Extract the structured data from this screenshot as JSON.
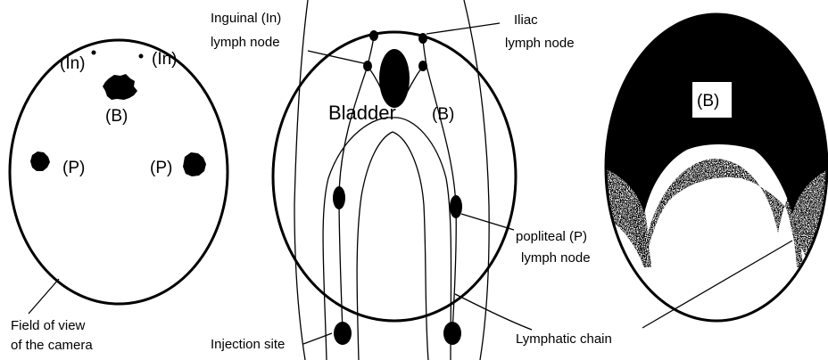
{
  "panel_left": {
    "labels": {
      "in_left": "(In)",
      "in_right": "(In)",
      "b": "(B)",
      "p_left": "(P)",
      "p_right": "(P)"
    },
    "caption_line1": "Field of view",
    "caption_line2": "of the camera"
  },
  "panel_middle": {
    "inguinal_line1": "Inguinal (In)",
    "inguinal_line2": "lymph node",
    "iliac_line1": "Iliac",
    "iliac_line2": "lymph node",
    "bladder": "Bladder",
    "bladder_code": "(B)",
    "popliteal_line1": "popliteal (P)",
    "popliteal_line2": "lymph node",
    "injection_site": "Injection site",
    "lymphatic_chain": "Lymphatic chain"
  },
  "panel_right": {
    "b_label": "(B)"
  },
  "colors": {
    "ink": "#000000",
    "background": "#ffffff"
  }
}
